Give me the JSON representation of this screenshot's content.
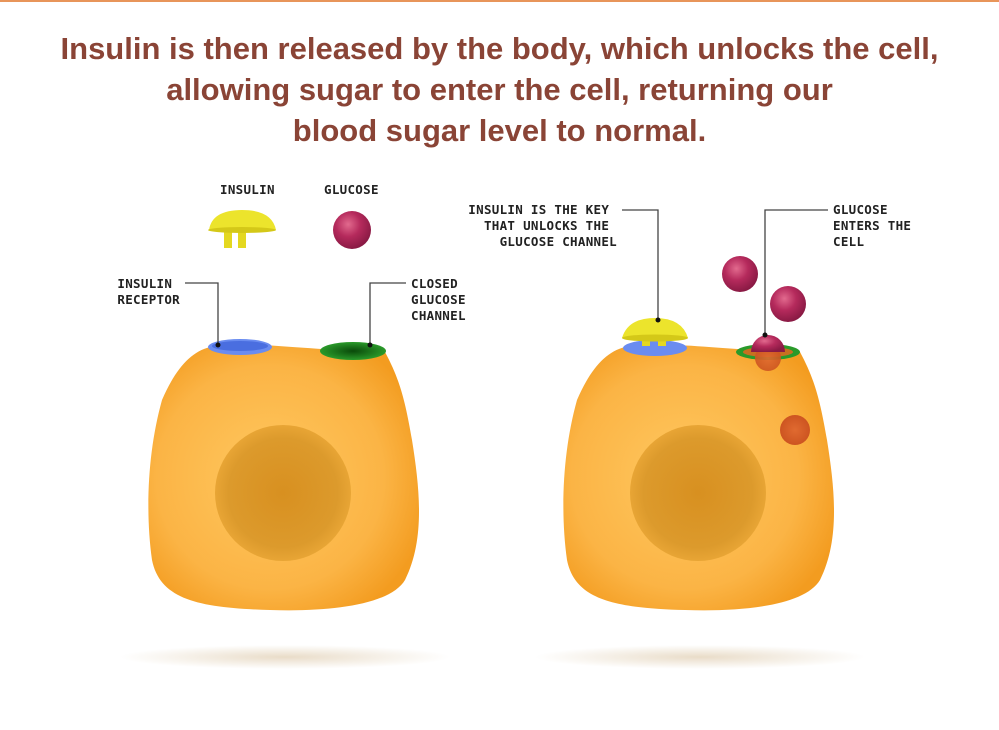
{
  "title": {
    "line1": "Insulin is then released by the body, which unlocks the cell,",
    "line2": "allowing sugar to enter the cell, returning our",
    "line3": "blood sugar level to normal."
  },
  "legend": {
    "insulin": "INSULIN",
    "glucose": "GLUCOSE"
  },
  "left_cell": {
    "receptor_label": [
      "INSULIN",
      "RECEPTOR"
    ],
    "channel_label": [
      "CLOSED",
      "GLUCOSE",
      "CHANNEL"
    ]
  },
  "right_cell": {
    "key_label": [
      "INSULIN IS THE KEY",
      "THAT UNLOCKS THE",
      "GLUCOSE CHANNEL"
    ],
    "enter_label": [
      "GLUCOSE",
      "ENTERS THE",
      "CELL"
    ]
  },
  "colors": {
    "title": "#8a4436",
    "cell": "#f8ad3d",
    "insulin": "#e8e22a",
    "glucose": "#b0265a",
    "receptor": "#6a8cf0",
    "channel": "#2a9a2a"
  }
}
